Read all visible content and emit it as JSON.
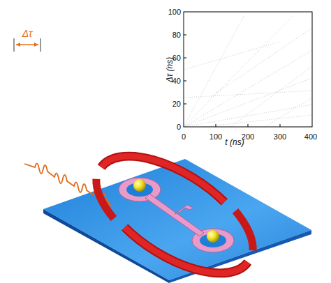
{
  "diagram": {
    "labels": [
      "Δτ",
      "100",
      "80",
      "60",
      "40",
      "20",
      "0",
      "0",
      "100",
      "200",
      "300",
      "400",
      "Δτ (ns)",
      "t (ns)"
    ]
  }
}
